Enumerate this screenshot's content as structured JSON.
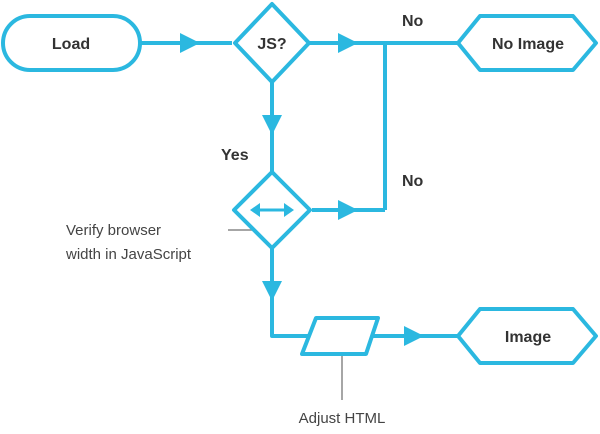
{
  "nodes": {
    "load": "Load",
    "js_decision": "JS?",
    "no_image": "No Image",
    "image": "Image"
  },
  "edges": {
    "no_top": "No",
    "yes": "Yes",
    "no_middle": "No"
  },
  "annotations": {
    "verify_line1": "Verify browser",
    "verify_line2": "width in JavaScript",
    "adjust_html": "Adjust HTML"
  },
  "colors": {
    "flow_line": "#2bb8e0",
    "annotation_line": "#888888",
    "text": "#333333"
  }
}
